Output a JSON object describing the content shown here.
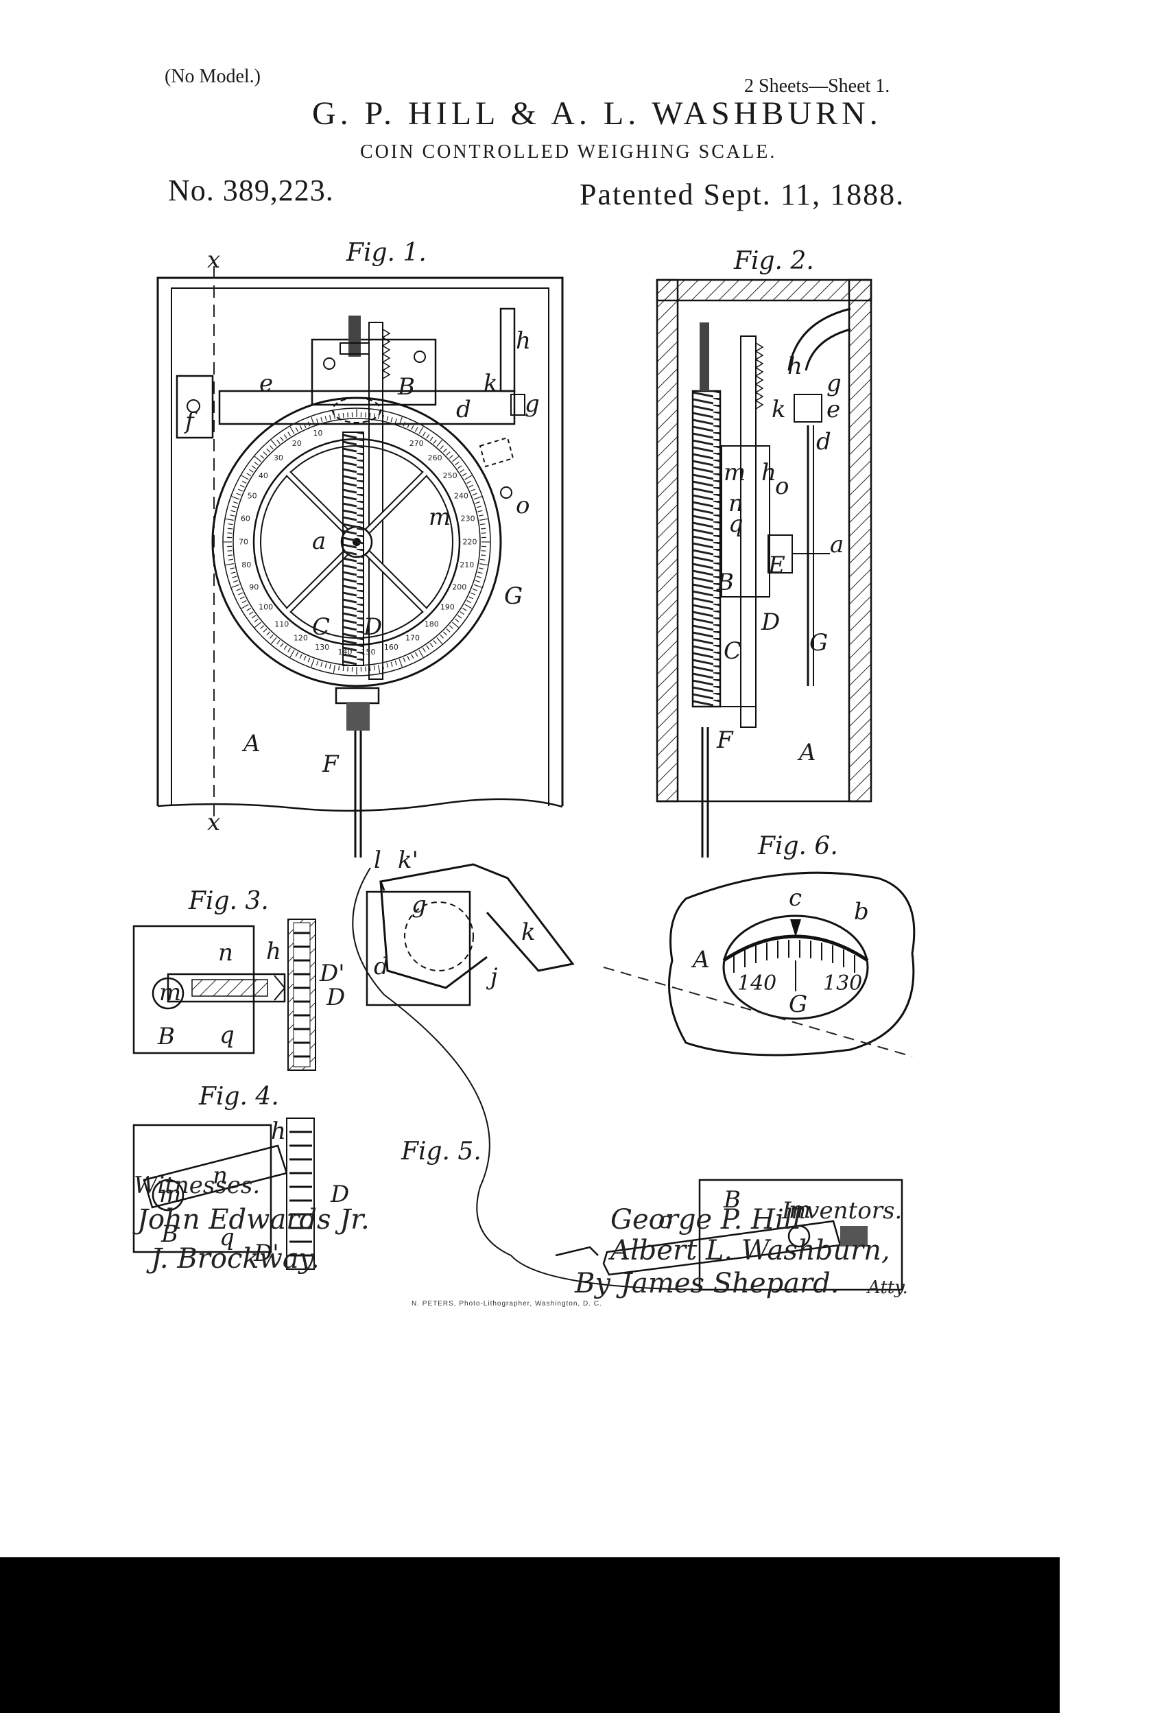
{
  "header": {
    "model_note": "(No Model.)",
    "sheets": "2 Sheets—Sheet 1.",
    "inventors_names": "G. P. HILL & A. L. WASHBURN.",
    "title": "COIN CONTROLLED WEIGHING SCALE.",
    "patent_number": "No. 389,223.",
    "patent_date": "Patented Sept. 11, 1888."
  },
  "figures": {
    "fig1": "Fig. 1.",
    "fig2": "Fig. 2.",
    "fig3": "Fig. 3.",
    "fig4": "Fig. 4.",
    "fig5": "Fig. 5.",
    "fig6": "Fig. 6."
  },
  "labels": {
    "A": "A",
    "B": "B",
    "C": "C",
    "D": "D",
    "E": "E",
    "F": "F",
    "G": "G",
    "a": "a",
    "b": "b",
    "c": "c",
    "d": "d",
    "e": "e",
    "f": "f",
    "g": "g",
    "h": "h",
    "j": "j",
    "k": "k",
    "k_prime": "k'",
    "l": "l",
    "m": "m",
    "n": "n",
    "o": "o",
    "q": "q",
    "x": "x",
    "D_prime": "D'"
  },
  "dial": {
    "ticks_fig1": [
      "10",
      "20",
      "30",
      "40",
      "50",
      "60",
      "70",
      "80",
      "90",
      "100",
      "110",
      "120",
      "130",
      "140",
      "150",
      "160",
      "170",
      "180",
      "190",
      "200",
      "210",
      "220",
      "230",
      "240",
      "250",
      "260",
      "270"
    ],
    "fig6_left": "140",
    "fig6_right": "130"
  },
  "witnesses": {
    "label": "Witnesses.",
    "w1": "John Edwards Jr.",
    "w2": "J. Brockway."
  },
  "inventors": {
    "label": "Inventors.",
    "i1": "George P. Hill",
    "i2": "Albert L. Washburn,",
    "attorney_prefix": "By",
    "attorney": "James Shepard.",
    "attorney_suffix": "Atty."
  },
  "printer": "N. PETERS, Photo-Lithographer, Washington, D. C."
}
